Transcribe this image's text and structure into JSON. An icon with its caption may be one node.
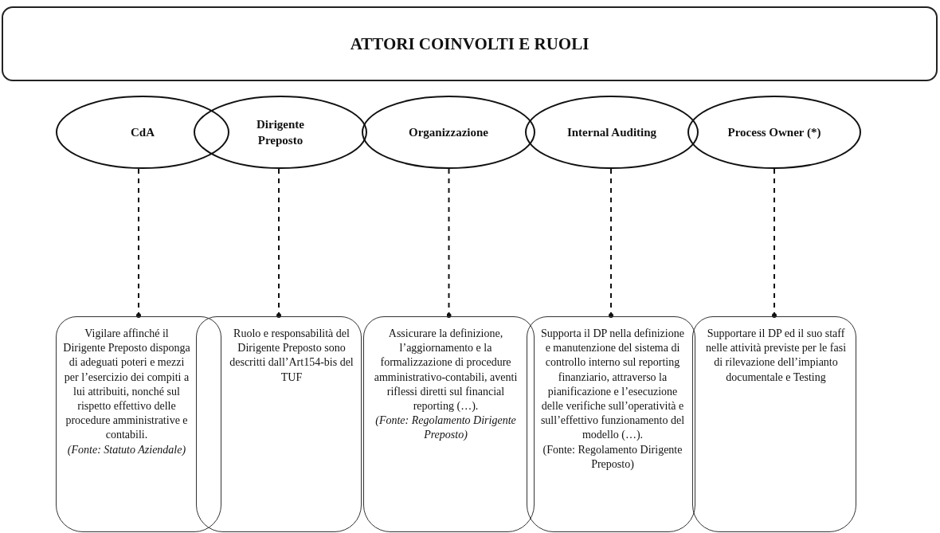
{
  "diagram": {
    "nodes": [
      {
        "text": [
          "ATTORI COINVOLTI E RUOLI"
        ]
      },
      {
        "text": [
          "CdA"
        ]
      },
      {
        "text": [
          "Dirigente Preposto"
        ]
      },
      {
        "text": [
          "Organizzazione"
        ]
      },
      {
        "text": [
          "Internal Auditing"
        ]
      },
      {
        "text": [
          "Process Owner (*)"
        ]
      },
      {
        "text": [
          "Vigilare affinché il Dirigente Preposto disponga di adeguati poteri e mezzi per l’esercizio dei compiti a lui attribuiti, nonché sul rispetto effettivo delle procedure amministrative e contabili.",
          "*(Fonte: Statuto Aziendale)*"
        ]
      },
      {
        "text": [
          "Ruolo e responsabilità del Dirigente Preposto sono descritti dall’Art154-bis del TUF"
        ]
      },
      {
        "text": [
          "Assicurare la definizione, l’aggiornamento e la formalizzazione di procedure amministrativo-contabili, aventi riflessi diretti sul financial reporting (…).",
          "*(Fonte: Regolamento Dirigente Preposto)*"
        ]
      },
      {
        "text": [
          "Supporta il DP nella definizione e manutenzione del sistema di controllo interno sul reporting finanziario, attraverso la pianificazione e l’esecuzione delle verifiche sull’operatività e sull’effettivo funzionamento del modello (…).",
          "(Fonte: Regolamento Dirigente Preposto)"
        ]
      },
      {
        "text": [
          "Supportare il DP ed il suo staff nelle attività previste per le fasi di rilevazione dell’impianto documentale e Testing"
        ]
      }
    ],
    "edges": [
      {
        "from": 1,
        "to": 6,
        "arrow": "other",
        "style": "dashed"
      },
      {
        "from": 2,
        "to": 7,
        "arrow": "other",
        "style": "dashed"
      },
      {
        "from": 3,
        "to": 8,
        "arrow": "other",
        "style": "dashed"
      },
      {
        "from": 4,
        "to": 9,
        "arrow": "other",
        "style": "dashed"
      },
      {
        "from": 5,
        "to": 10,
        "arrow": "other",
        "style": "dashed"
      }
    ]
  }
}
